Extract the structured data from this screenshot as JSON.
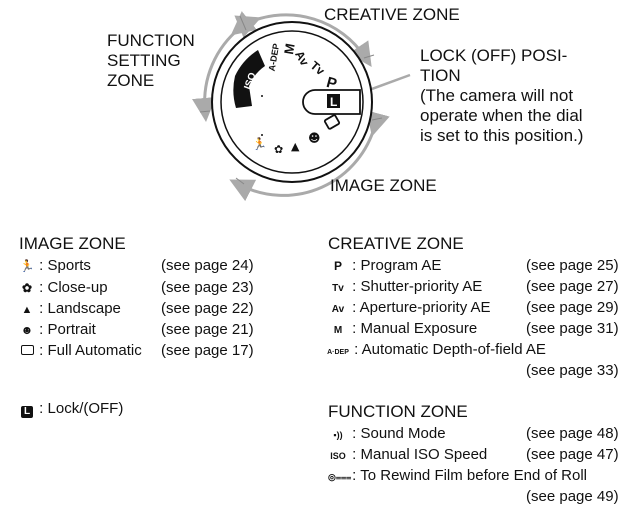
{
  "diagram": {
    "labels": {
      "function_setting_zone": [
        "FUNCTION",
        "SETTING",
        "ZONE"
      ],
      "creative_zone": "CREATIVE ZONE",
      "image_zone": "IMAGE ZONE",
      "lock_position": [
        "LOCK (OFF) POSI-",
        "TION",
        "(The camera will not",
        "operate when the dial",
        "is set to this position.)"
      ]
    },
    "dial_marks": {
      "a_dep": "A-DEP",
      "m": "M",
      "av": "Av",
      "tv": "Tv",
      "p": "P",
      "l": "L",
      "iso": "ISO"
    },
    "colors": {
      "arrow": "#aaaaaa",
      "ink": "#111111"
    }
  },
  "image_zone": {
    "title": "IMAGE ZONE",
    "items": [
      {
        "icon": "sports-icon",
        "glyph": "🏃",
        "label": ": Sports",
        "page": "(see page 24)"
      },
      {
        "icon": "close-up-icon",
        "glyph": "✿",
        "label": ": Close-up",
        "page": "(see page 23)"
      },
      {
        "icon": "landscape-icon",
        "glyph": "▲",
        "label": ": Landscape",
        "page": "(see page 22)"
      },
      {
        "icon": "portrait-icon",
        "glyph": "☻",
        "label": ": Portrait",
        "page": "(see page 21)"
      },
      {
        "icon": "full-auto-icon",
        "glyph": "",
        "label": ": Full Automatic",
        "page": "(see page 17)"
      }
    ]
  },
  "lock": {
    "glyph": "L",
    "label": ": Lock/(OFF)"
  },
  "creative_zone": {
    "title": "CREATIVE ZONE",
    "items": [
      {
        "icon": "program-icon",
        "glyph": "P",
        "label": ": Program AE",
        "page": "(see page 25)"
      },
      {
        "icon": "tv-icon",
        "glyph": "Tv",
        "label": ": Shutter-priority AE",
        "page": "(see page 27)"
      },
      {
        "icon": "av-icon",
        "glyph": "Av",
        "label": ": Aperture-priority AE",
        "page": "(see page 29)"
      },
      {
        "icon": "manual-icon",
        "glyph": "M",
        "label": ": Manual Exposure",
        "page": "(see page 31)"
      },
      {
        "icon": "a-dep-icon",
        "glyph": "A·DEP",
        "label": ": Automatic Depth-of-field AE",
        "page": "(see page 33)"
      }
    ]
  },
  "function_zone": {
    "title": "FUNCTION ZONE",
    "items": [
      {
        "icon": "sound-icon",
        "glyph": "▪))",
        "label": ": Sound Mode",
        "page": "(see page 48)"
      },
      {
        "icon": "iso-icon",
        "glyph": "ISO",
        "label": ": Manual ISO Speed",
        "page": "(see page 47)"
      },
      {
        "icon": "rewind-icon",
        "glyph": "◎⩶",
        "label": ": To Rewind Film before End of Roll",
        "page": "(see page 49)"
      }
    ]
  }
}
